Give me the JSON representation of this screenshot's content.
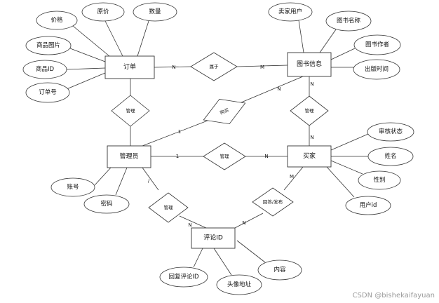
{
  "entities": [
    {
      "id": "order",
      "label": "订单"
    },
    {
      "id": "book",
      "label": "图书信息"
    },
    {
      "id": "admin",
      "label": "管理员"
    },
    {
      "id": "buyer",
      "label": "买家"
    },
    {
      "id": "comment",
      "label": "评论ID"
    }
  ],
  "attributes": [
    {
      "id": "price",
      "label": "价格"
    },
    {
      "id": "orig_price",
      "label": "原价"
    },
    {
      "id": "quantity",
      "label": "数量"
    },
    {
      "id": "goods_img",
      "label": "商品图片"
    },
    {
      "id": "goods_id",
      "label": "商品ID"
    },
    {
      "id": "order_no",
      "label": "订单号"
    },
    {
      "id": "seller",
      "label": "卖家用户"
    },
    {
      "id": "book_name",
      "label": "图书名称"
    },
    {
      "id": "book_author",
      "label": "图书作者"
    },
    {
      "id": "publish_time",
      "label": "出版时间"
    },
    {
      "id": "audit_status",
      "label": "审核状态"
    },
    {
      "id": "name",
      "label": "姓名"
    },
    {
      "id": "gender",
      "label": "性别"
    },
    {
      "id": "user_id",
      "label": "用户id"
    },
    {
      "id": "account",
      "label": "账号"
    },
    {
      "id": "password",
      "label": "密码"
    },
    {
      "id": "reply_id",
      "label": "回复评论ID"
    },
    {
      "id": "avatar",
      "label": "头像地址"
    },
    {
      "id": "content",
      "label": "内容"
    }
  ],
  "relationships": [
    {
      "id": "belongs",
      "label": "属于"
    },
    {
      "id": "mgr_order",
      "label": "管理"
    },
    {
      "id": "purchase",
      "label": "购买"
    },
    {
      "id": "mgr_book",
      "label": "管理"
    },
    {
      "id": "mgr_buyer",
      "label": "管理"
    },
    {
      "id": "mgr_comment",
      "label": "管理"
    },
    {
      "id": "reply_post",
      "label": "回答/发布"
    }
  ],
  "cardinalities": [
    {
      "id": "c_order_belongs",
      "label": "N"
    },
    {
      "id": "c_belongs_book",
      "label": "M"
    },
    {
      "id": "c_book_purchase",
      "label": "N"
    },
    {
      "id": "c_admin_purchase",
      "label": "1"
    },
    {
      "id": "c_book_mgr",
      "label": "N"
    },
    {
      "id": "c_buyer_mgr",
      "label": "N"
    },
    {
      "id": "c_admin_mgrbuyer",
      "label": "1"
    },
    {
      "id": "c_mgrbuyer_buyer",
      "label": "N"
    },
    {
      "id": "c_admin_mgrcomment",
      "label": "/"
    },
    {
      "id": "c_mgrcomment_comment",
      "label": "N"
    },
    {
      "id": "c_comment_reply",
      "label": "N"
    },
    {
      "id": "c_reply_buyer",
      "label": "M"
    }
  ],
  "watermark": "CSDN @bishekaifayuan",
  "colors": {
    "line": "#333333",
    "fill": "#ffffff",
    "text": "#111111",
    "watermark": "#9a9a9a"
  }
}
